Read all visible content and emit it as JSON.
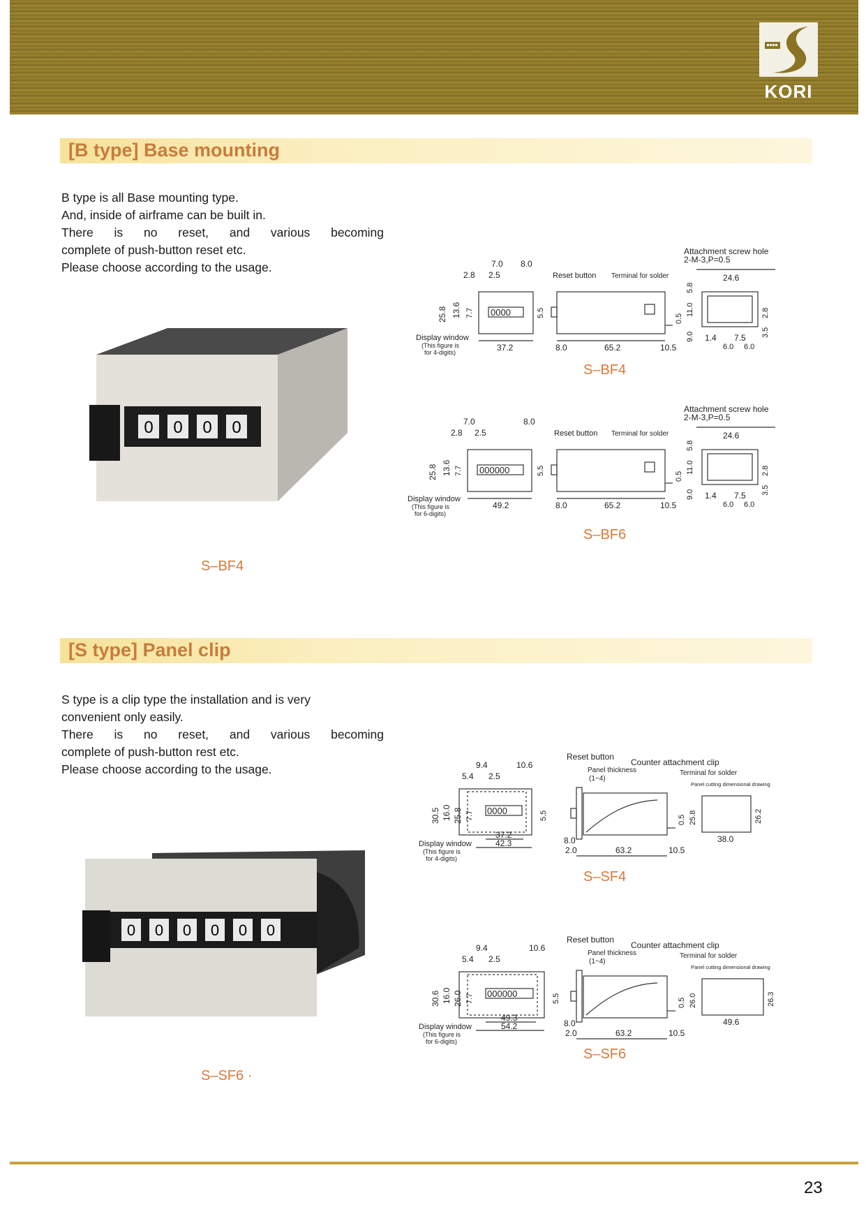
{
  "brand": {
    "logo_text": "KORI",
    "color_gold": "#8a7424",
    "accent_orange": "#c87c3c"
  },
  "sections": {
    "b_type": {
      "title": "[B type]  Base mounting",
      "description": [
        "B type is all Base mounting type.",
        "And, inside of airframe can be built in.",
        "There is no reset, and various becoming",
        "complete of push-button reset etc.",
        "Please choose according to the usage."
      ],
      "photo_caption": "S–BF4",
      "drawings": [
        {
          "model": "S–BF4",
          "display_label": "Display window",
          "display_note": [
            "(This figure is",
            "for 4-digits)"
          ],
          "digits": "0000",
          "dims_front": {
            "top1": "7.0",
            "top2": "8.0",
            "top3": "2.8",
            "top4": "2.5",
            "h1": "25.8",
            "h2": "13.6",
            "h3": "7.7",
            "h4": "5.5",
            "width": "37.2"
          },
          "side": {
            "reset": "Reset button",
            "terminal": "Terminal for solder",
            "w1": "8.0",
            "w2": "65.2",
            "w3": "10.5",
            "h": "0.5"
          },
          "attach": {
            "title": "Attachment screw hole",
            "spec": "2-M-3,P=0.5",
            "w": "24.6",
            "v1": "5.8",
            "v2": "11.0",
            "v3": "9.0",
            "v4": "2.8",
            "v5": "3.5",
            "b1": "1.4",
            "b2": "7.5",
            "b3": "6.0",
            "b4": "6.0"
          }
        },
        {
          "model": "S–BF6",
          "display_label": "Display window",
          "display_note": [
            "(This figure is",
            "for 6-digits)"
          ],
          "digits": "000000",
          "dims_front": {
            "top1": "7.0",
            "top2": "8.0",
            "top3": "2.8",
            "top4": "2.5",
            "h1": "25.8",
            "h2": "13.6",
            "h3": "7.7",
            "h4": "5.5",
            "width": "49.2"
          },
          "side": {
            "reset": "Reset button",
            "terminal": "Terminal for solder",
            "w1": "8.0",
            "w2": "65.2",
            "w3": "10.5",
            "h": "0.5"
          },
          "attach": {
            "title": "Attachment screw hole",
            "spec": "2-M-3,P=0.5",
            "w": "24.6",
            "v1": "5.8",
            "v2": "11.0",
            "v3": "9.0",
            "v4": "2.8",
            "v5": "3.5",
            "b1": "1.4",
            "b2": "7.5",
            "b3": "6.0",
            "b4": "6.0"
          }
        }
      ]
    },
    "s_type": {
      "title": "[S type]  Panel clip",
      "description": [
        "S type is a clip type the installation and is very",
        "convenient only easily.",
        "There is no reset, and various becoming",
        "complete of push-button rest etc.",
        "Please choose according to the usage."
      ],
      "photo_caption": "S–SF6  ·",
      "drawings": [
        {
          "model": "S–SF4",
          "display_label": "Display window",
          "display_note": [
            "(This figure is",
            "for 4-digits)"
          ],
          "digits": "0000",
          "dims_front": {
            "top1": "9.4",
            "top2": "10.6",
            "top3": "5.4",
            "top4": "2.5",
            "h1": "30.5",
            "h2": "16.0",
            "h3": "25.8",
            "h4": "7.7",
            "h5": "5.5",
            "w1": "37.2",
            "w2": "42.3"
          },
          "side": {
            "reset": "Reset button",
            "thickness": "Panel thickness",
            "range": "(1~4)",
            "clip": "Counter attachment clip",
            "terminal": "Terminal for solder",
            "w0": "8.0",
            "w1": "2.0",
            "w2": "63.2",
            "w3": "10.5",
            "h1": "0.5",
            "h2": "25.8"
          },
          "panel": {
            "title": "Panel cutting dimensional drawing",
            "w": "38.0",
            "h": "26.2"
          }
        },
        {
          "model": "S–SF6",
          "display_label": "Display window",
          "display_note": [
            "(This figure is",
            "for 6-digits)"
          ],
          "digits": "000000",
          "dims_front": {
            "top1": "9.4",
            "top2": "10.6",
            "top3": "5.4",
            "top4": "2.5",
            "h1": "30.6",
            "h2": "16.0",
            "h3": "26.0",
            "h4": "7.7",
            "h5": "5.5",
            "w1": "49.3",
            "w2": "54.2"
          },
          "side": {
            "reset": "Reset button",
            "thickness": "Panel thickness",
            "range": "(1~4)",
            "clip": "Counter attachment clip",
            "terminal": "Terminal for solder",
            "w0": "8.0",
            "w1": "2.0",
            "w2": "63.2",
            "w3": "10.5",
            "h1": "0.5",
            "h2": "26.0"
          },
          "panel": {
            "title": "Panel cutting dimensional drawing",
            "w": "49.6",
            "h": "26.3"
          }
        }
      ]
    }
  },
  "photo_digits": {
    "b": [
      "0",
      "0",
      "0",
      "0"
    ],
    "s": [
      "0",
      "0",
      "0",
      "0",
      "0",
      "0"
    ]
  },
  "page_number": "23"
}
